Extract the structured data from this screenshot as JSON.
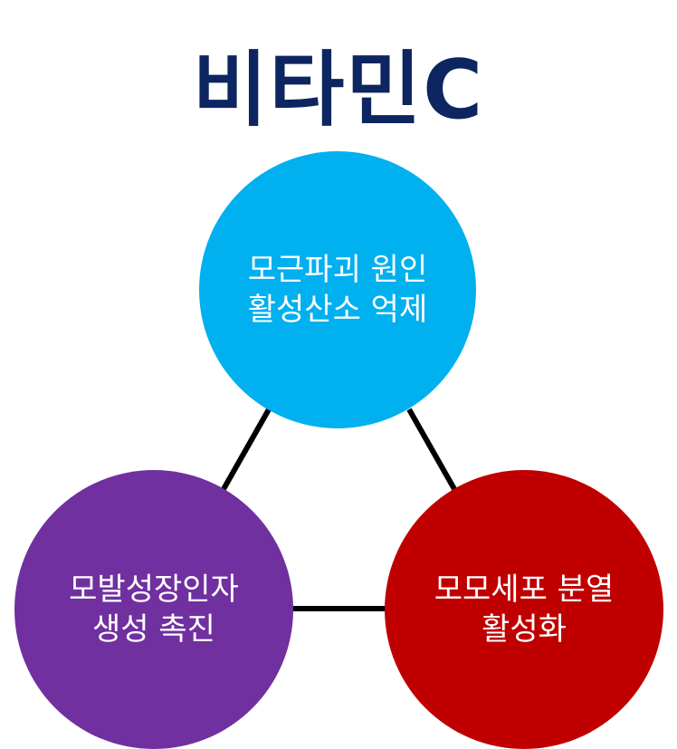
{
  "title": "비타민C",
  "colors": {
    "title": "#0d2560",
    "line": "#000000",
    "top_circle": "#00b0ef",
    "left_circle": "#7030a0",
    "right_circle": "#c00000",
    "circle_text": "#ffffff"
  },
  "nodes": {
    "top": {
      "line1": "모근파괴 원인",
      "line2": "활성산소 억제"
    },
    "left": {
      "line1": "모발성장인자",
      "line2": "생성 촉진"
    },
    "right": {
      "line1": "모모세포 분열",
      "line2": "활성화"
    }
  }
}
